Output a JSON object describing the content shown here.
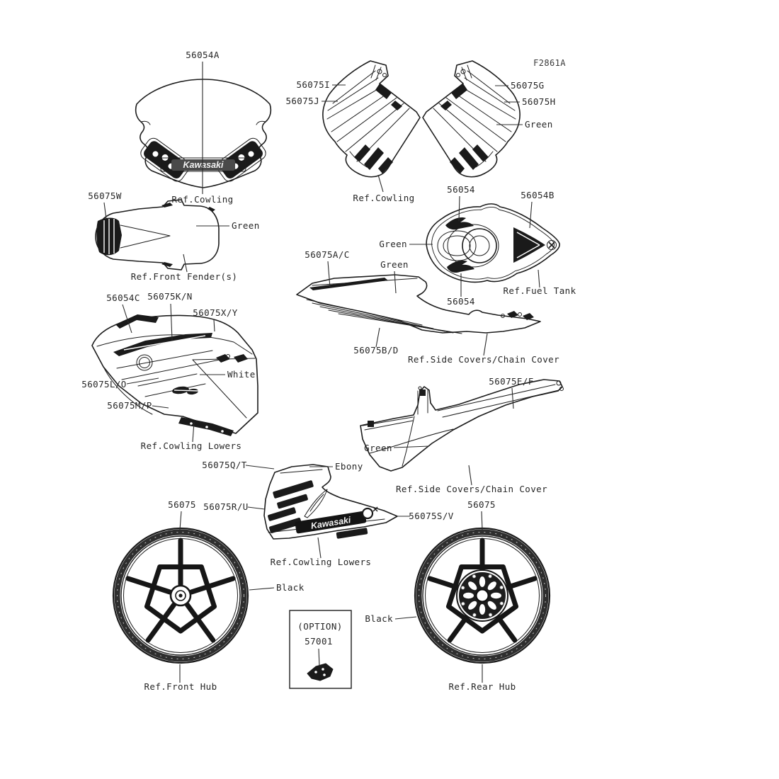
{
  "figure": {
    "code": "F2861A"
  },
  "sections": {
    "windshield": {
      "part": "56054A",
      "ref": "Ref.Cowling",
      "logo": "Kawasaki"
    },
    "front_cowling": {
      "part_left_upper": "56075I",
      "part_left_lower": "56075J",
      "part_right_upper": "56075G",
      "part_right_lower": "56075H",
      "color": "Green",
      "ref": "Ref.Cowling"
    },
    "front_fender": {
      "part": "56075W",
      "color": "Green",
      "ref": "Ref.Front Fender(s)"
    },
    "fuel_tank": {
      "part_upper": "56054",
      "part_right": "56054B",
      "part_lower": "56054",
      "color": "Green",
      "ref": "Ref.Fuel Tank"
    },
    "side_cover": {
      "part_front": "56075A/C",
      "color": "Green",
      "part_rear": "56075B/D",
      "ref": "Ref.Side Covers/Chain Cover"
    },
    "cowling_lowers_left": {
      "part_a": "56054C",
      "part_b": "56075K/N",
      "part_c": "56075X/Y",
      "color": "White",
      "part_d": "56075L/O",
      "part_e": "56075M/P",
      "ref": "Ref.Cowling Lowers"
    },
    "chain_cover": {
      "part": "56075E/F",
      "color": "Green",
      "ref": "Ref.Side Covers/Chain Cover"
    },
    "cowling_lowers_mid": {
      "part_top": "56075Q/T",
      "color": "Ebony",
      "part_left": "56075R/U",
      "part_right": "56075S/V",
      "ref": "Ref.Cowling Lowers",
      "logo": "Kawasaki"
    },
    "front_wheel": {
      "part": "56075",
      "color": "Black",
      "ref": "Ref.Front Hub"
    },
    "rear_wheel": {
      "part": "56075",
      "color": "Black",
      "ref": "Ref.Rear Hub"
    },
    "option": {
      "label": "(OPTION)",
      "part": "57001"
    }
  },
  "colors": {
    "ink": "#1c1c1c",
    "background": "#ffffff",
    "decal_fill": "#1a1a1a"
  }
}
